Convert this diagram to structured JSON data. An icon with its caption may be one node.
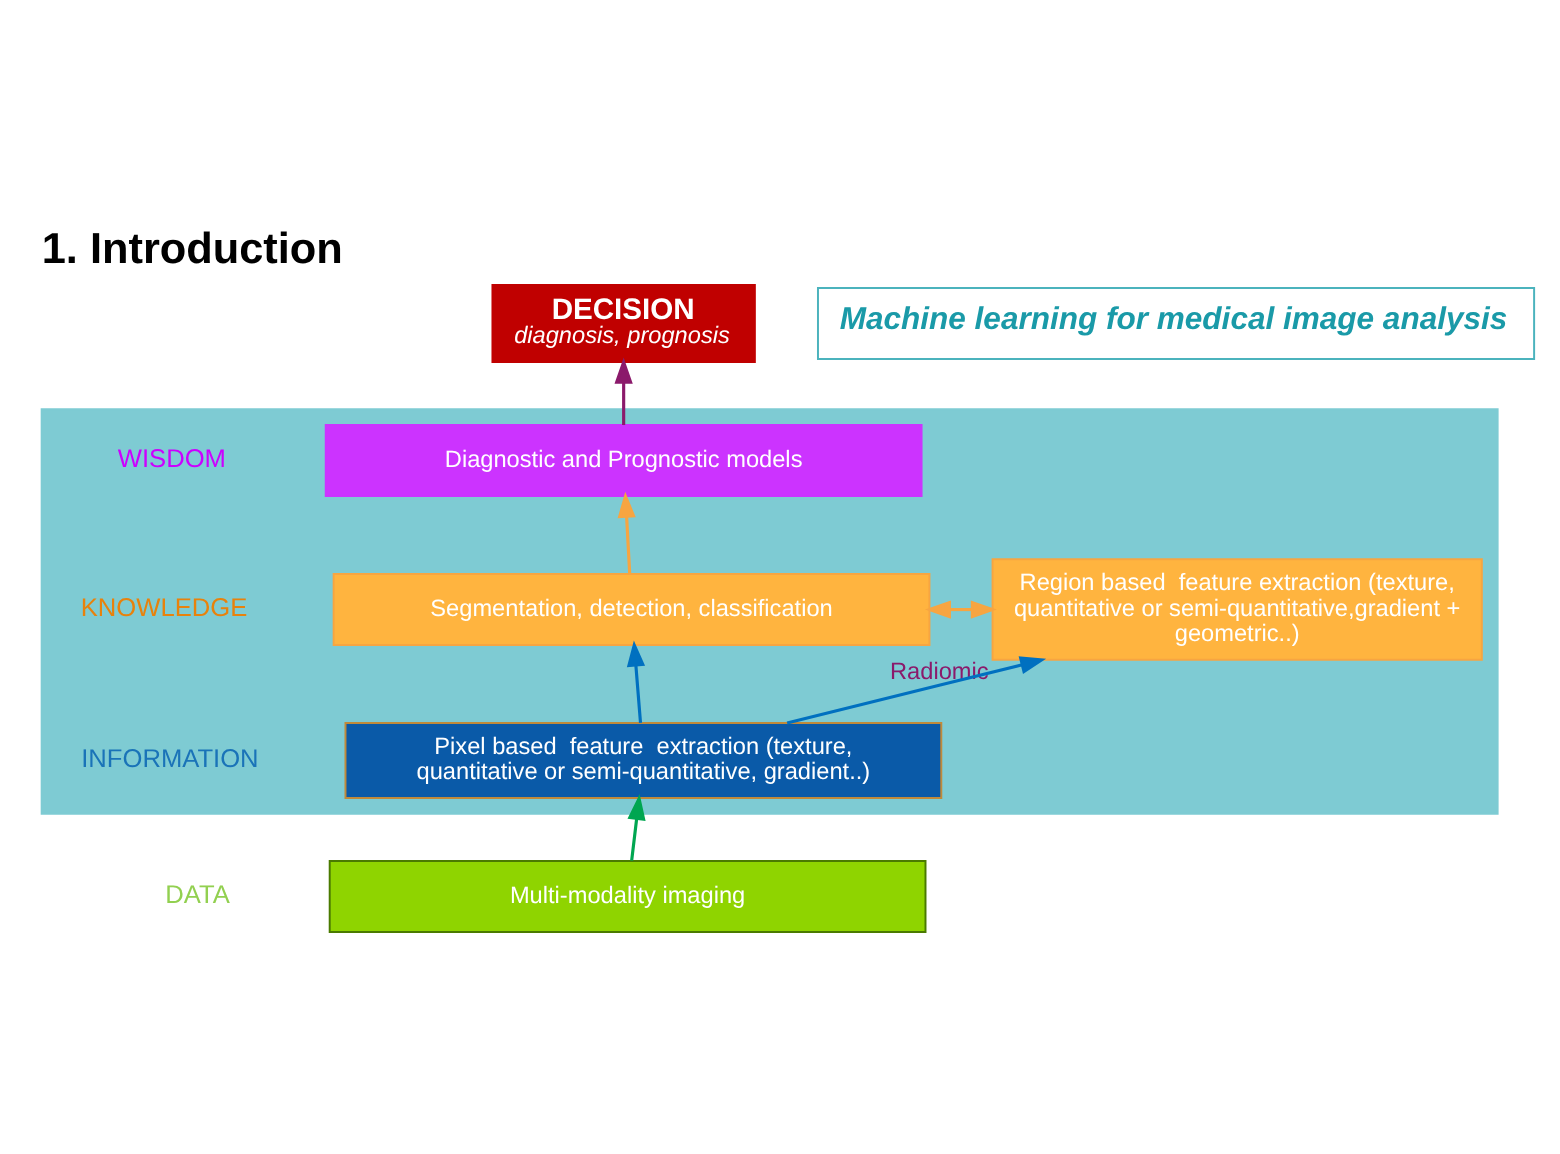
{
  "diagram": {
    "title": "1. Introduction",
    "nodes": [
      {
        "text": [
          "DECISION",
          "diagnosis, prognosis"
        ]
      },
      {
        "text": [
          "Machine learning for medical image analysis"
        ]
      },
      {
        "text": [],
        "shape": "box"
      },
      {
        "text": [
          "Diagnostic and Prognostic models"
        ],
        "in": 2
      },
      {
        "text": [
          "Segmentation, detection, classification"
        ],
        "in": 2
      },
      {
        "text": [
          "Region based  feature extraction (texture, quantitative or semi-quantitative,gradient + geometric..)"
        ],
        "in": 2,
        "beside": [
          "Radiomic"
        ]
      },
      {
        "text": [
          "Pixel based  feature  extraction (texture, quantitative or semi-quantitative, gradient..)"
        ],
        "in": 2
      },
      {
        "text": [
          "Multi-modality imaging"
        ]
      }
    ],
    "edges": [
      {
        "from": 7,
        "to": 6,
        "arrow": "to",
        "color": "#00a651"
      },
      {
        "from": 6,
        "to": 4,
        "arrow": "to",
        "color": "#0070c0"
      },
      {
        "from": 6,
        "to": 5,
        "arrow": "to",
        "color": "#0070c0"
      },
      {
        "from": 4,
        "to": 5,
        "arrow": "both",
        "color": "#f7a541"
      },
      {
        "from": 4,
        "to": 3,
        "arrow": "to",
        "color": "#f7a541"
      },
      {
        "from": 3,
        "to": 0,
        "arrow": "to",
        "color": "#8b1a6b"
      }
    ],
    "labels": [
      "WISDOM",
      "KNOWLEDGE",
      "INFORMATION",
      "DATA"
    ]
  }
}
